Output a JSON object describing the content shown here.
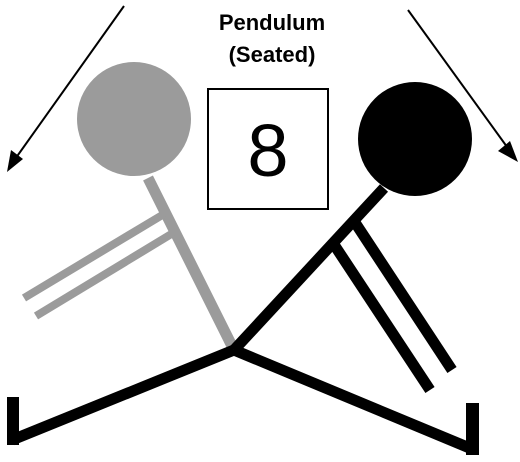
{
  "title": {
    "line1": "Pendulum",
    "line2": "(Seated)"
  },
  "count_box": {
    "value": "8"
  },
  "colors": {
    "background": "#ffffff",
    "active_figure": "#000000",
    "ghost_figure": "#9b9b9b",
    "arrows": "#000000"
  },
  "figures": {
    "ghost": {
      "description_icon": "seated-figure-starting-position"
    },
    "active": {
      "description_icon": "seated-figure-swing-position"
    }
  },
  "arrows": [
    {
      "icon": "arrow-down-left-icon"
    },
    {
      "icon": "arrow-down-right-icon"
    }
  ]
}
